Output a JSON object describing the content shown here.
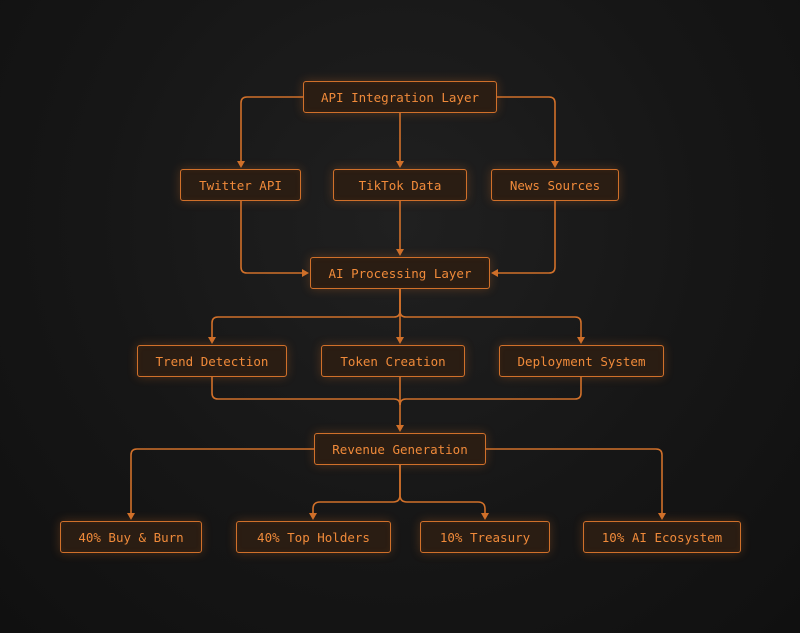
{
  "nodes": {
    "api_integration": "API Integration Layer",
    "twitter_api": "Twitter API",
    "tiktok_data": "TikTok Data",
    "news_sources": "News Sources",
    "ai_processing": "AI Processing Layer",
    "trend_detection": "Trend Detection",
    "token_creation": "Token Creation",
    "deployment_system": "Deployment System",
    "revenue_generation": "Revenue Generation",
    "buy_burn": "40% Buy & Burn",
    "top_holders": "40% Top Holders",
    "treasury": "10% Treasury",
    "ai_ecosystem": "10% AI Ecosystem"
  },
  "edges": [
    {
      "from": "api_integration",
      "to": "twitter_api"
    },
    {
      "from": "api_integration",
      "to": "tiktok_data"
    },
    {
      "from": "api_integration",
      "to": "news_sources"
    },
    {
      "from": "twitter_api",
      "to": "ai_processing"
    },
    {
      "from": "tiktok_data",
      "to": "ai_processing"
    },
    {
      "from": "news_sources",
      "to": "ai_processing"
    },
    {
      "from": "ai_processing",
      "to": "trend_detection"
    },
    {
      "from": "ai_processing",
      "to": "token_creation"
    },
    {
      "from": "ai_processing",
      "to": "deployment_system"
    },
    {
      "from": "trend_detection",
      "to": "revenue_generation"
    },
    {
      "from": "token_creation",
      "to": "revenue_generation"
    },
    {
      "from": "deployment_system",
      "to": "revenue_generation"
    },
    {
      "from": "revenue_generation",
      "to": "buy_burn"
    },
    {
      "from": "revenue_generation",
      "to": "top_holders"
    },
    {
      "from": "revenue_generation",
      "to": "treasury"
    },
    {
      "from": "revenue_generation",
      "to": "ai_ecosystem"
    }
  ],
  "colors": {
    "accent": "#d0702a",
    "text": "#f08a3a",
    "node_fill": "#2a1d13",
    "background": "#161616"
  }
}
